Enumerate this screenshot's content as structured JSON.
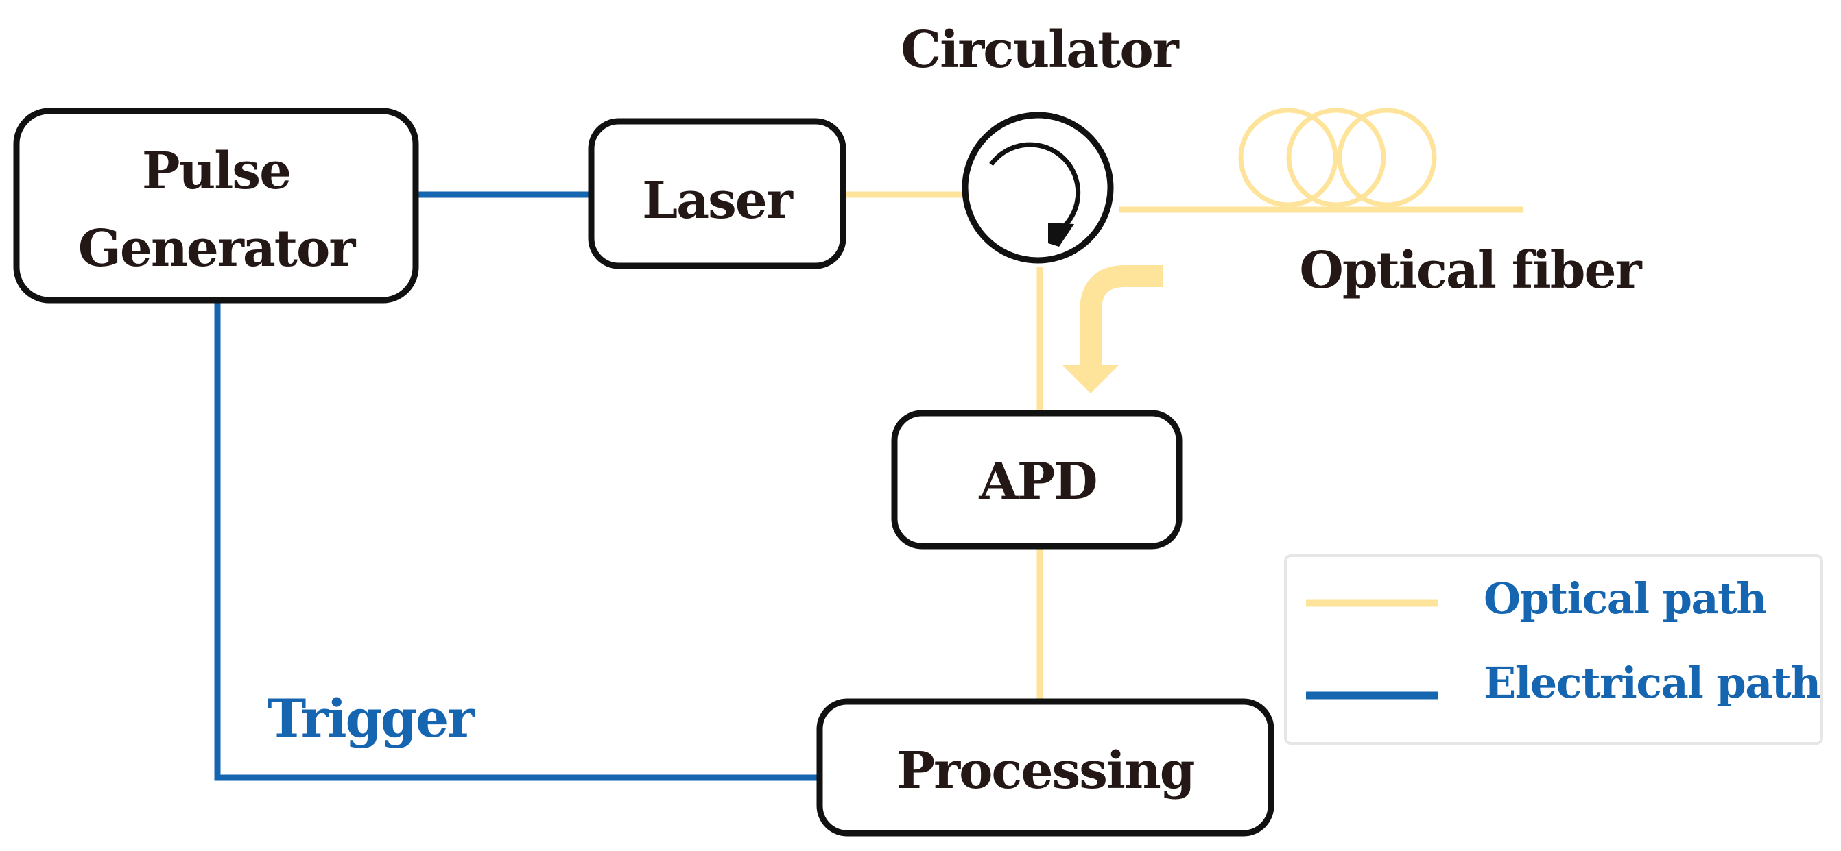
{
  "colors": {
    "optical": "#fde49a",
    "electrical": "#1565b0",
    "box_stroke": "#111111",
    "text_dark": "#231815",
    "legend_border": "#e6e6e6"
  },
  "blocks": {
    "pulse_generator": {
      "line1": "Pulse",
      "line2": "Generator"
    },
    "laser": "Laser",
    "apd": "APD",
    "processing": "Processing"
  },
  "labels": {
    "circulator": "Circulator",
    "optical_fiber": "Optical fiber",
    "trigger": "Trigger"
  },
  "legend": {
    "optical": "Optical path",
    "electrical": "Electrical path"
  },
  "icons": [
    "circulator-icon",
    "fiber-coil-icon",
    "return-arrow-icon"
  ]
}
